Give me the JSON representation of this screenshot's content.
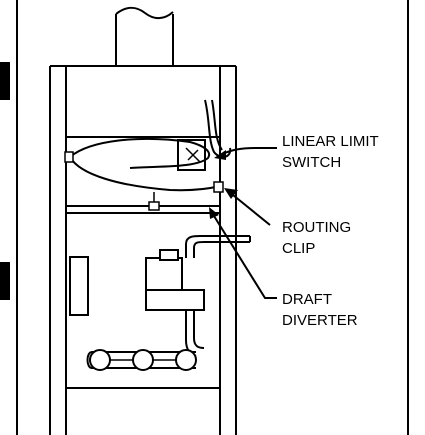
{
  "labels": {
    "limit_line1": "LINEAR LIMIT",
    "limit_line2": "SWITCH",
    "routing_line1": "ROUTING",
    "routing_line2": "CLIP",
    "draft_line1": "DRAFT",
    "draft_line2": "DIVERTER"
  }
}
